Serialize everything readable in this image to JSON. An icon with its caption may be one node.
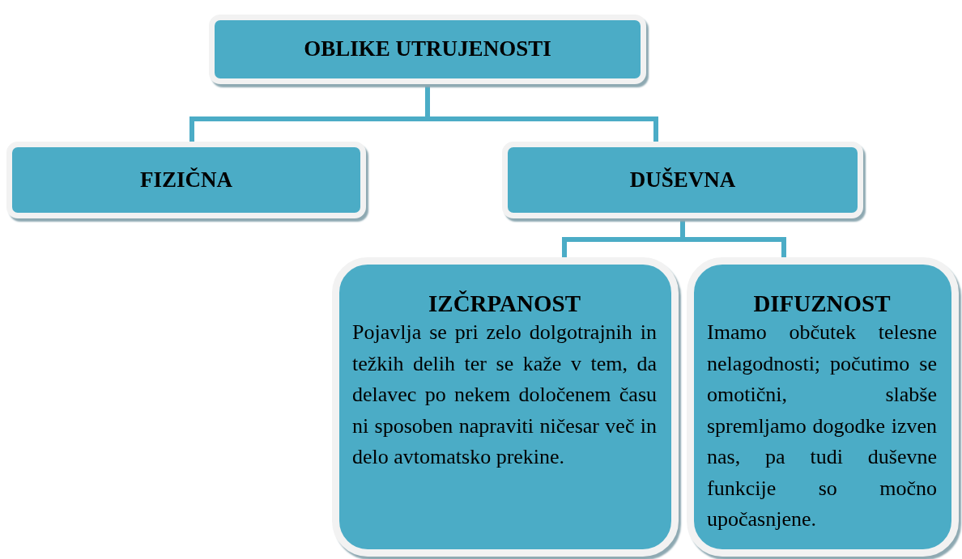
{
  "diagram": {
    "nodes": [
      {
        "text": [
          "OBLIKE UTRUJENOSTI"
        ]
      },
      {
        "text": [
          "FIZIČNA"
        ]
      },
      {
        "text": [
          "DUŠEVNA"
        ]
      },
      {
        "text": [
          "IZČRPANOST",
          "Pojavlja se pri zelo dolgotrajnih in težkih delih ter se kaže v tem, da delavec po nekem določenem času ni sposoben napraviti ničesar več in delo avtomatsko prekine."
        ]
      },
      {
        "text": [
          "DIFUZNOST",
          "Imamo občutek telesne nelagodnosti; počutimo se omotični, slabše spremljamo dogodke izven nas, pa tudi duševne funkcije so močno upočasnjene."
        ]
      }
    ],
    "edges": [
      {
        "from": 0,
        "to": 1,
        "arrow": "none"
      },
      {
        "from": 0,
        "to": 2,
        "arrow": "none"
      },
      {
        "from": 2,
        "to": 3,
        "arrow": "none"
      },
      {
        "from": 2,
        "to": 4,
        "arrow": "none"
      }
    ]
  }
}
